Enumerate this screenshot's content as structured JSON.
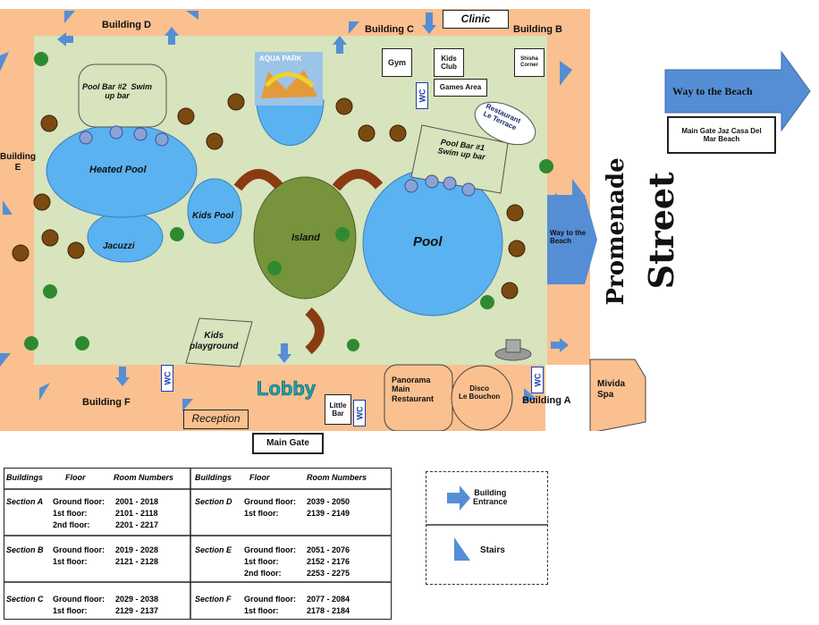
{
  "map": {
    "buildings": {
      "a": "Building A",
      "b": "Building B",
      "c": "Building C",
      "d": "Building D",
      "e": "Building\nE",
      "f": "Building F"
    },
    "facilities": {
      "clinic": "Clinic",
      "aqua_park": "AQUA PARK",
      "gym": "Gym",
      "kids_club": "Kids\nClub",
      "shisha": "Shisha\nCorner",
      "games_area": "Games Area",
      "restaurant_terrace": "Restaurant\nLe Terrace",
      "pool_bar_2": "Pool Bar #2  Swim\nup bar",
      "pool_bar_1": "Pool Bar #1\nSwim up bar",
      "heated_pool": "Heated Pool",
      "kids_pool": "Kids Pool",
      "jacuzzi": "Jacuzzi",
      "island": "Island",
      "pool": "Pool",
      "way_to_beach_small": "Way to the\nBeach",
      "kids_playground": "Kids\nplayground",
      "lobby": "Lobby",
      "little_bar": "Little\nBar",
      "reception": "Reception",
      "main_gate": "Main Gate",
      "panorama": "Panorama\nMain\nRestaurant",
      "disco": "Disco\nLe Bouchon",
      "mivida_spa": "Mivida\nSpa",
      "wc": "WC"
    },
    "outside": {
      "promenade": "Promenade",
      "street": "Street",
      "way_to_beach": "Way to the Beach",
      "main_gate_jaz": "Main Gate Jaz Casa Del\nMar Beach"
    }
  },
  "legend": {
    "building_entrance": "Building\nEntrance",
    "stairs": "Stairs"
  },
  "rooms_table": {
    "headers": [
      "Buildings",
      "Floor",
      "Room Numbers",
      "Buildings",
      "Floor",
      "Room Numbers"
    ],
    "left": [
      {
        "section": "Section A",
        "floors": [
          "Ground floor:",
          "1st floor:",
          "2nd floor:"
        ],
        "rooms": [
          "2001 - 2018",
          "2101 - 2118",
          "2201 - 2217"
        ]
      },
      {
        "section": "Section B",
        "floors": [
          "Ground floor:",
          "1st floor:"
        ],
        "rooms": [
          "2019 - 2028",
          "2121 - 2128"
        ]
      },
      {
        "section": "Section C",
        "floors": [
          "Ground floor:",
          "1st floor:"
        ],
        "rooms": [
          "2029 - 2038",
          "2129 - 2137"
        ]
      }
    ],
    "right": [
      {
        "section": "Section D",
        "floors": [
          "Ground floor:",
          "1st floor:"
        ],
        "rooms": [
          "2039 - 2050",
          "2139 - 2149"
        ]
      },
      {
        "section": "Section E",
        "floors": [
          "Ground floor:",
          "1st floor:",
          "2nd floor:"
        ],
        "rooms": [
          "2051 - 2076",
          "2152 - 2176",
          "2253 - 2275"
        ]
      },
      {
        "section": "Section F",
        "floors": [
          "Ground floor:",
          "1st floor:"
        ],
        "rooms": [
          "2077 - 2084",
          "2178 - 2184"
        ]
      }
    ]
  },
  "colors": {
    "buildings": "#fac090",
    "grounds": "#d7e4bd",
    "water": "#5ab2f0",
    "island": "#77933c",
    "arrow": "#558ed5",
    "lobby_text": "#1fa3b0"
  }
}
